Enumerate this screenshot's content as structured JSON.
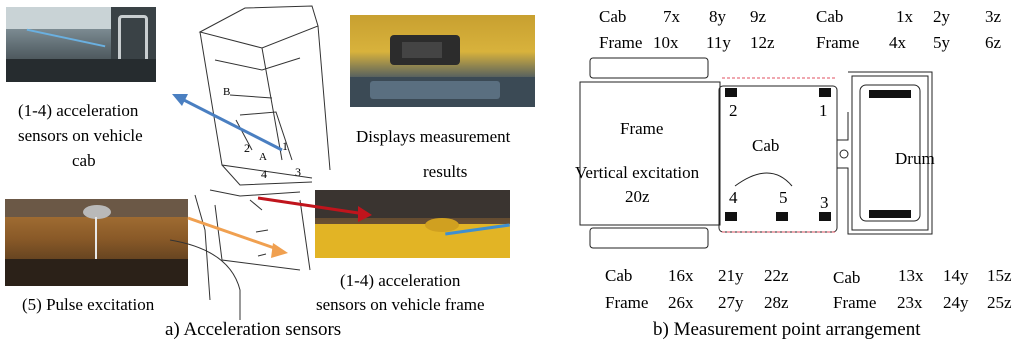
{
  "left_panel": {
    "caption": "a) Acceleration sensors",
    "label_cab_sensors_line1": "(1-4) acceleration",
    "label_cab_sensors_line2": "sensors on vehicle",
    "label_cab_sensors_line3": "cab",
    "label_display_line1": "Displays measurement",
    "label_display_line2": "results",
    "label_pulse": "(5) Pulse excitation",
    "label_frame_sensors_line1": "(1-4) acceleration",
    "label_frame_sensors_line2": "sensors on vehicle frame",
    "drawing_points": {
      "B": "B",
      "A": "A",
      "n1": "1",
      "n2": "2",
      "n3": "3",
      "n4": "4"
    }
  },
  "right_panel": {
    "caption": "b) Measurement point arrangement",
    "top_left_table": {
      "row1": [
        "Cab",
        "7x",
        "8y",
        "9z"
      ],
      "row2": [
        "Frame",
        "10x",
        "11y",
        "12z"
      ]
    },
    "top_right_table": {
      "row1": [
        "Cab",
        "1x",
        "2y",
        "3z"
      ],
      "row2": [
        "Frame",
        "4x",
        "5y",
        "6z"
      ]
    },
    "bottom_left_table": {
      "row1": [
        "Cab",
        "16x",
        "21y",
        "22z"
      ],
      "row2": [
        "Frame",
        "26x",
        "27y",
        "28z"
      ]
    },
    "bottom_right_table": {
      "row1": [
        "Cab",
        "13x",
        "14y",
        "15z"
      ],
      "row2": [
        "Frame",
        "23x",
        "24y",
        "25z"
      ]
    },
    "frame_label": "Frame",
    "excitation_label_line1": "Vertical excitation",
    "excitation_label_line2": "20z",
    "cab_label": "Cab",
    "drum_label": "Drum",
    "points": {
      "p1": "1",
      "p2": "2",
      "p3": "3",
      "p4": "4",
      "p5": "5"
    }
  },
  "colors": {
    "blue_arrow": "#4a7fc1",
    "red_arrow": "#c0141c",
    "orange_arrow": "#f0a050",
    "cab_dash": "#e05060"
  }
}
